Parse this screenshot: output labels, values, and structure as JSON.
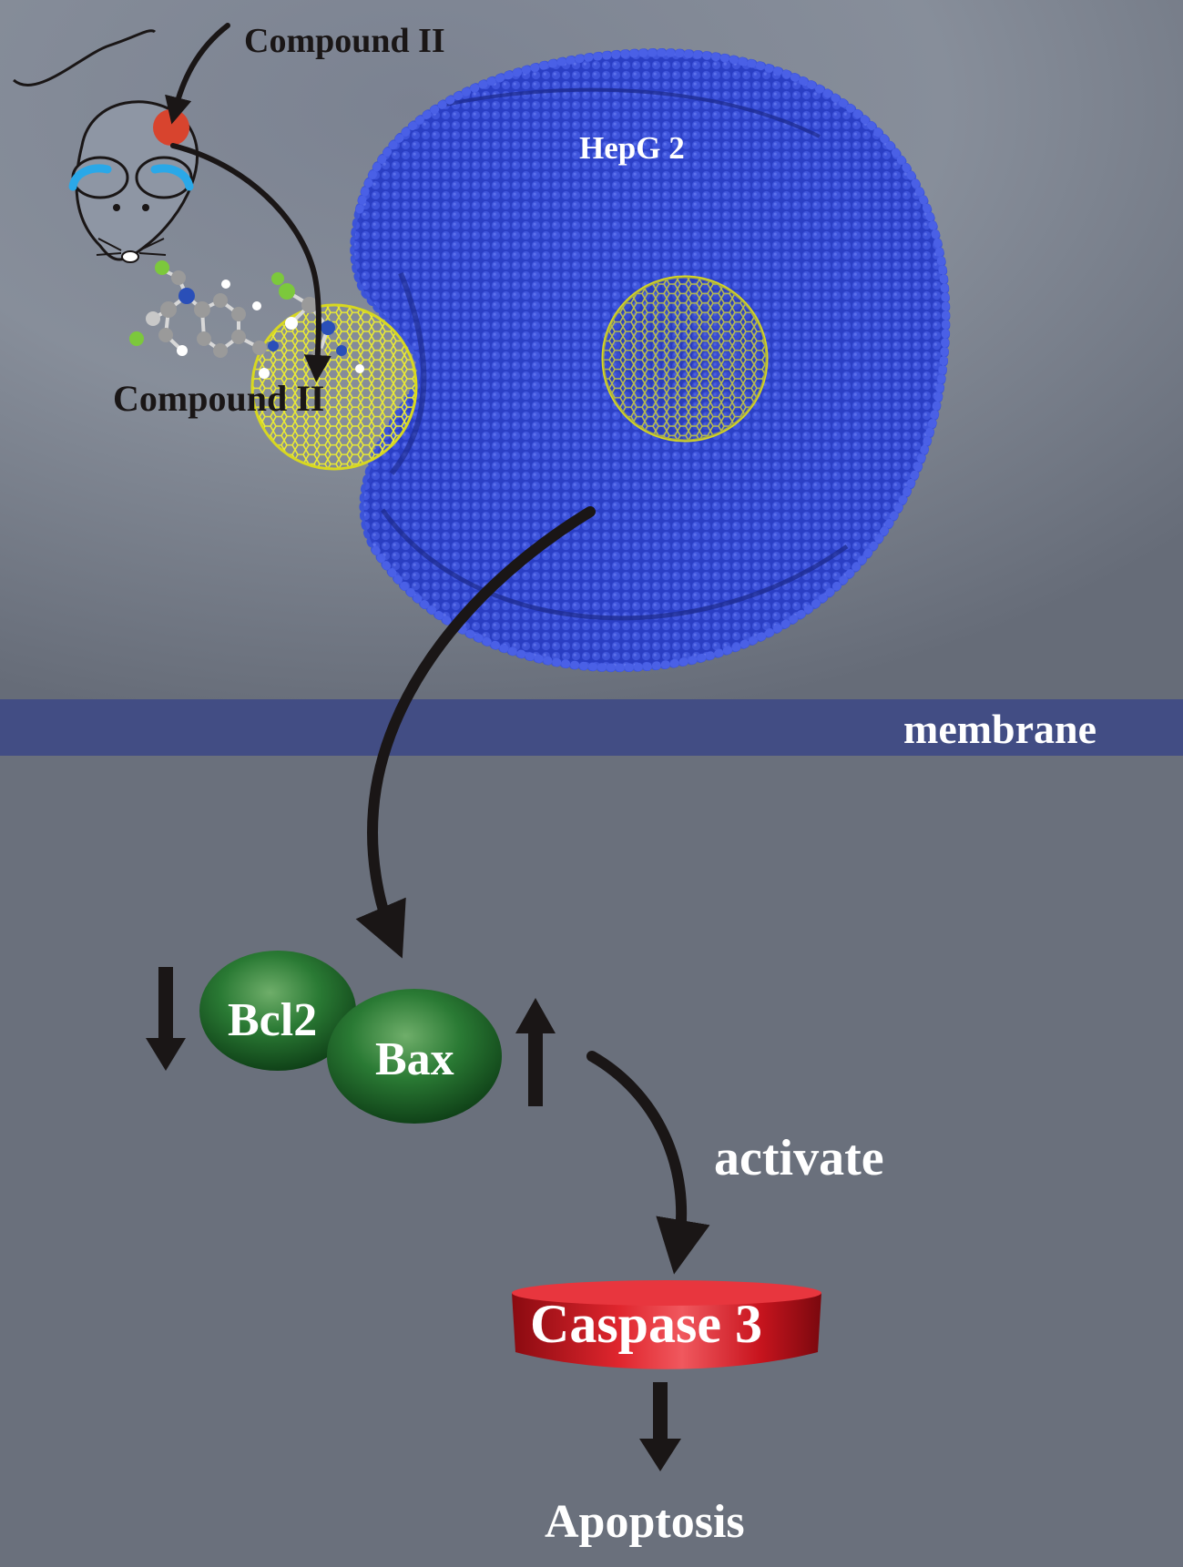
{
  "labels": {
    "compound_top": "Compound II",
    "compound_mid": "Compound II",
    "cell_line": "HepG 2",
    "membrane": "membrane",
    "bcl2": "Bcl2",
    "bax": "Bax",
    "activate": "activate",
    "caspase": "Caspase 3",
    "apoptosis": "Apoptosis"
  },
  "colors": {
    "background_upper": "#8a909c",
    "background_lower": "#6a707c",
    "membrane_band": "#424d84",
    "cell_blue": "#2a3fc8",
    "fullerene_yellow": "#e6e62e",
    "protein_green": "#1f6b2a",
    "caspase_red": "#c8141e",
    "mouse_ear_blue": "#2aa8e8",
    "injection_site_red": "#d8442e",
    "arrow_dark": "#1a1616"
  },
  "regulation": {
    "bcl2": "down-arrow",
    "bax": "up-arrow"
  }
}
